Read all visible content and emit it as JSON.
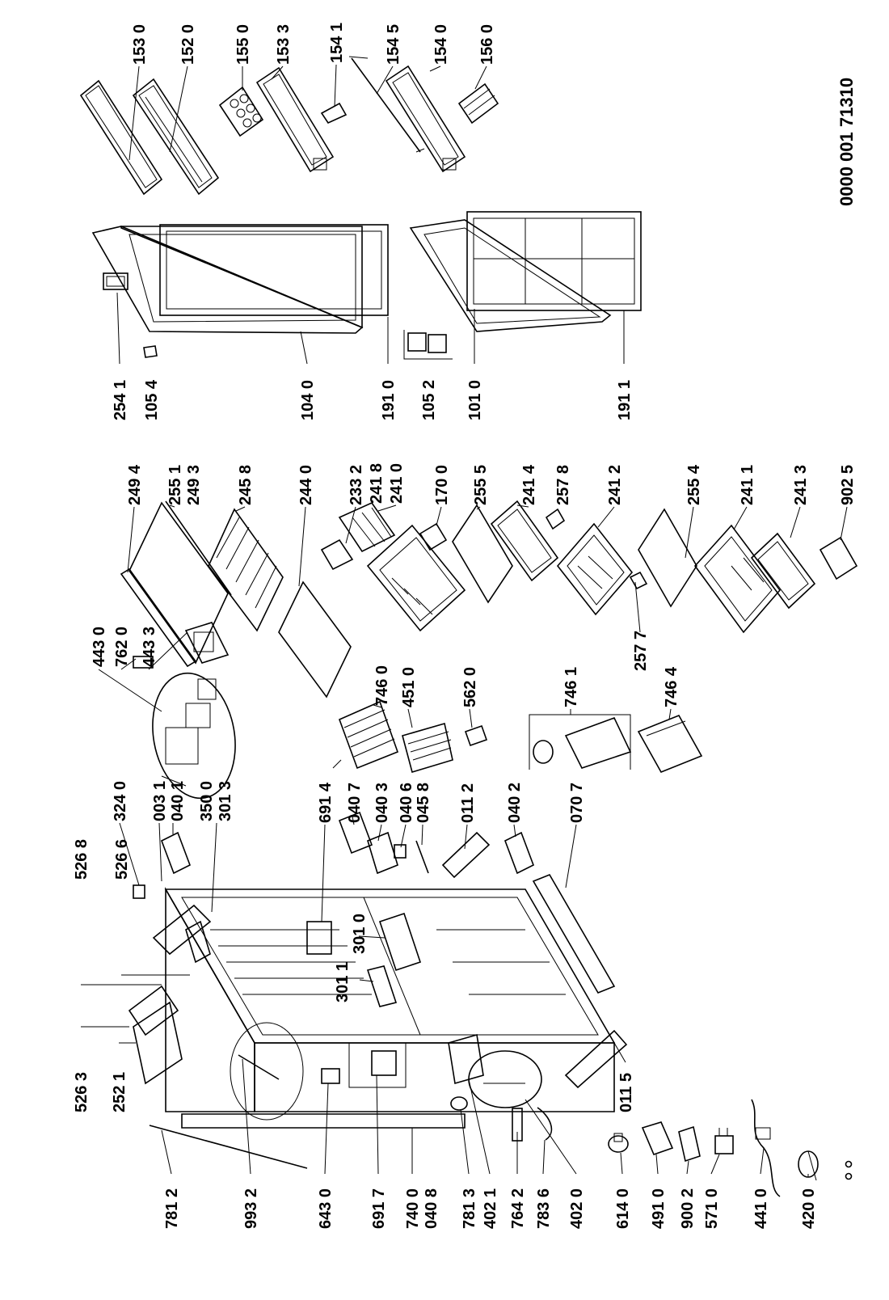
{
  "document_number": "0000 001 71310",
  "labels": [
    {
      "id": "l1530",
      "text": "153 0"
    },
    {
      "id": "l1520",
      "text": "152 0"
    },
    {
      "id": "l1550",
      "text": "155 0"
    },
    {
      "id": "l1533",
      "text": "153 3"
    },
    {
      "id": "l1541",
      "text": "154 1"
    },
    {
      "id": "l1545",
      "text": "154 5"
    },
    {
      "id": "l1540",
      "text": "154 0"
    },
    {
      "id": "l1560",
      "text": "156 0"
    },
    {
      "id": "l2541",
      "text": "254 1"
    },
    {
      "id": "l1054",
      "text": "105 4"
    },
    {
      "id": "l1040",
      "text": "104 0"
    },
    {
      "id": "l1910",
      "text": "191 0"
    },
    {
      "id": "l1052",
      "text": "105 2"
    },
    {
      "id": "l1010",
      "text": "101 0"
    },
    {
      "id": "l1911",
      "text": "191 1"
    },
    {
      "id": "l2494",
      "text": "249 4"
    },
    {
      "id": "l2551",
      "text": "255 1"
    },
    {
      "id": "l2493",
      "text": "249 3"
    },
    {
      "id": "l2458",
      "text": "245 8"
    },
    {
      "id": "l2440",
      "text": "244 0"
    },
    {
      "id": "l2332",
      "text": "233 2"
    },
    {
      "id": "l2418",
      "text": "241 8"
    },
    {
      "id": "l2410",
      "text": "241 0"
    },
    {
      "id": "l1700",
      "text": "170 0"
    },
    {
      "id": "l2555",
      "text": "255 5"
    },
    {
      "id": "l2414",
      "text": "241 4"
    },
    {
      "id": "l2578",
      "text": "257 8"
    },
    {
      "id": "l2412",
      "text": "241 2"
    },
    {
      "id": "l2554",
      "text": "255 4"
    },
    {
      "id": "l2411",
      "text": "241 1"
    },
    {
      "id": "l2413",
      "text": "241 3"
    },
    {
      "id": "l9025",
      "text": "902 5"
    },
    {
      "id": "l4430",
      "text": "443 0"
    },
    {
      "id": "l7620",
      "text": "762 0"
    },
    {
      "id": "l4433",
      "text": "443 3"
    },
    {
      "id": "l2577",
      "text": "257 7"
    },
    {
      "id": "l7460",
      "text": "746 0"
    },
    {
      "id": "l4510",
      "text": "451 0"
    },
    {
      "id": "l5620",
      "text": "562 0"
    },
    {
      "id": "l7461",
      "text": "746 1"
    },
    {
      "id": "l7464",
      "text": "746 4"
    },
    {
      "id": "l3240",
      "text": "324 0"
    },
    {
      "id": "l0031",
      "text": "003 1"
    },
    {
      "id": "l0401",
      "text": "040 1"
    },
    {
      "id": "l3500",
      "text": "350 0"
    },
    {
      "id": "l3013",
      "text": "301 3"
    },
    {
      "id": "l6914",
      "text": "691 4"
    },
    {
      "id": "l0407",
      "text": "040 7"
    },
    {
      "id": "l0403",
      "text": "040 3"
    },
    {
      "id": "l0406",
      "text": "040 6"
    },
    {
      "id": "l0458",
      "text": "045 8"
    },
    {
      "id": "l0112",
      "text": "011 2"
    },
    {
      "id": "l0402",
      "text": "040 2"
    },
    {
      "id": "l0707",
      "text": "070 7"
    },
    {
      "id": "l5268",
      "text": "526 8"
    },
    {
      "id": "l5266",
      "text": "526 6"
    },
    {
      "id": "l3010",
      "text": "301 0"
    },
    {
      "id": "l3011",
      "text": "301 1"
    },
    {
      "id": "l5263",
      "text": "526 3"
    },
    {
      "id": "l2521",
      "text": "252 1"
    },
    {
      "id": "l0115",
      "text": "011 5"
    },
    {
      "id": "l7812",
      "text": "781 2"
    },
    {
      "id": "l9932",
      "text": "993 2"
    },
    {
      "id": "l6430",
      "text": "643 0"
    },
    {
      "id": "l6917",
      "text": "691 7"
    },
    {
      "id": "l7400",
      "text": "740 0"
    },
    {
      "id": "l0408",
      "text": "040 8"
    },
    {
      "id": "l7813",
      "text": "781 3"
    },
    {
      "id": "l4021",
      "text": "402 1"
    },
    {
      "id": "l7642",
      "text": "764 2"
    },
    {
      "id": "l7836",
      "text": "783 6"
    },
    {
      "id": "l4020",
      "text": "402 0"
    },
    {
      "id": "l6140",
      "text": "614 0"
    },
    {
      "id": "l4910",
      "text": "491 0"
    },
    {
      "id": "l9002",
      "text": "900 2"
    },
    {
      "id": "l5710",
      "text": "571 0"
    },
    {
      "id": "l4410",
      "text": "441 0"
    },
    {
      "id": "l4200",
      "text": "420 0"
    }
  ]
}
